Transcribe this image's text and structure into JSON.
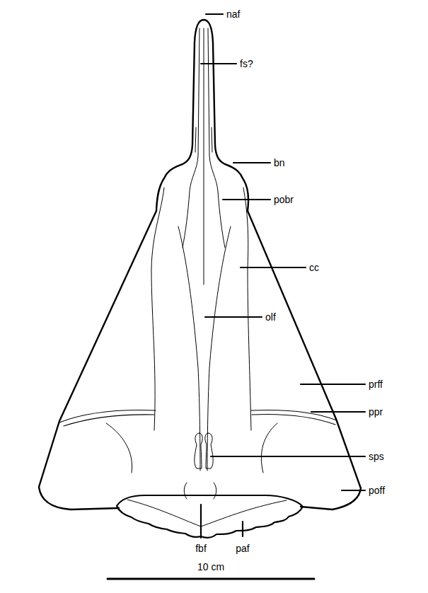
{
  "diagram": {
    "labels": [
      "naf",
      "fs?",
      "bn",
      "pobr",
      "cc",
      "olf",
      "prff",
      "ppr",
      "sps",
      "poff",
      "fbf",
      "paf",
      "10 cm"
    ]
  }
}
